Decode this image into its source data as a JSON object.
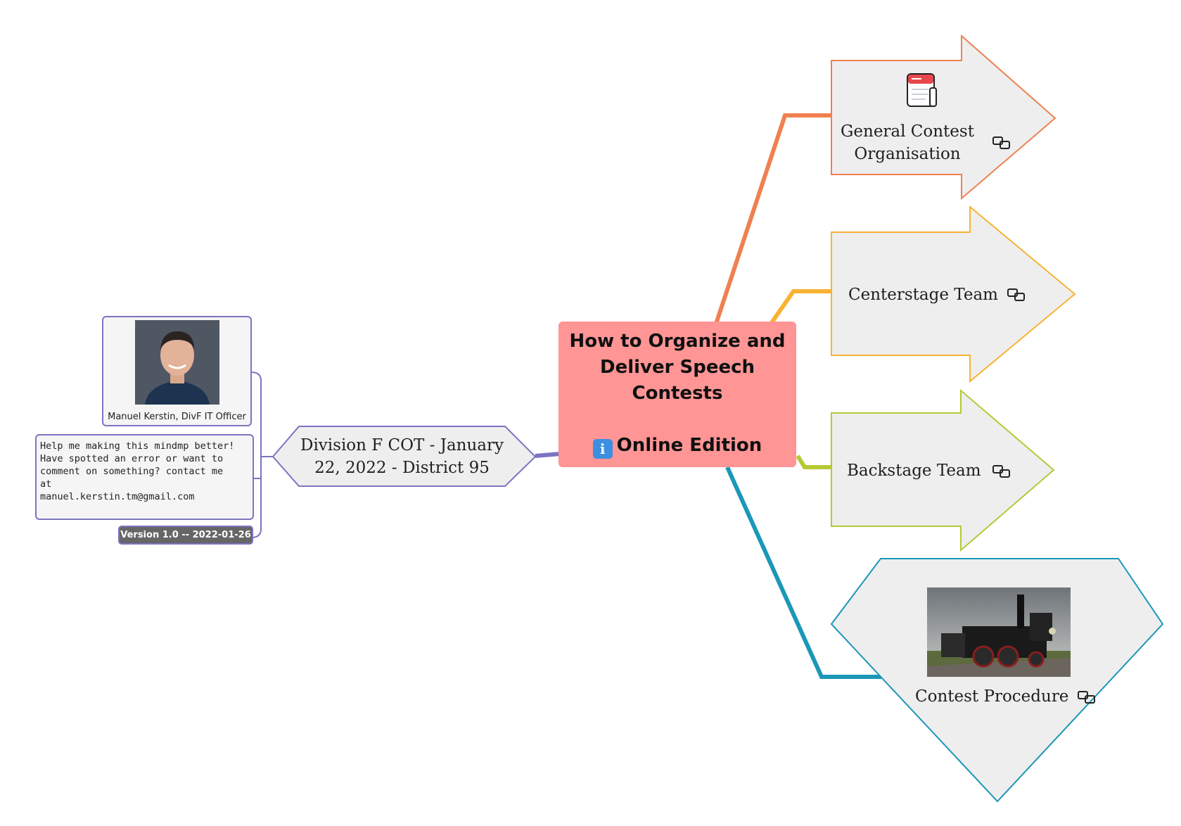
{
  "central": {
    "title_lines": [
      "How to Organize and",
      "Deliver Speech",
      "Contests"
    ],
    "edition": "Online Edition",
    "edition_icon": "info-icon",
    "fill": "#ff9595"
  },
  "left_branch": {
    "topic_lines": [
      "Division F COT - January",
      "22, 2022 - District 95"
    ],
    "color": "#7b75c2",
    "photo_caption": "Manuel Kerstin, DivF IT Officer",
    "note_lines": [
      "Help me making this mindmp better!",
      "Have spotted an error or want to",
      "comment on something? contact me",
      "at",
      "",
      "manuel.kerstin.tm@gmail.com"
    ],
    "version": "Version 1.0 -- 2022-01-26"
  },
  "right_branches": [
    {
      "lines": [
        "General Contest",
        "Organisation"
      ],
      "color": "#f08050",
      "icon": "notes-icon",
      "link_icon": "link-icon"
    },
    {
      "lines": [
        "Centerstage Team"
      ],
      "color": "#f9b233",
      "link_icon": "link-icon"
    },
    {
      "lines": [
        "Backstage Team"
      ],
      "color": "#b5c935",
      "link_icon": "link-icon"
    },
    {
      "lines": [
        "Contest Procedure"
      ],
      "color": "#1b97b8",
      "image": "steam-locomotive-photo",
      "link_icon": "link-icon"
    }
  ]
}
